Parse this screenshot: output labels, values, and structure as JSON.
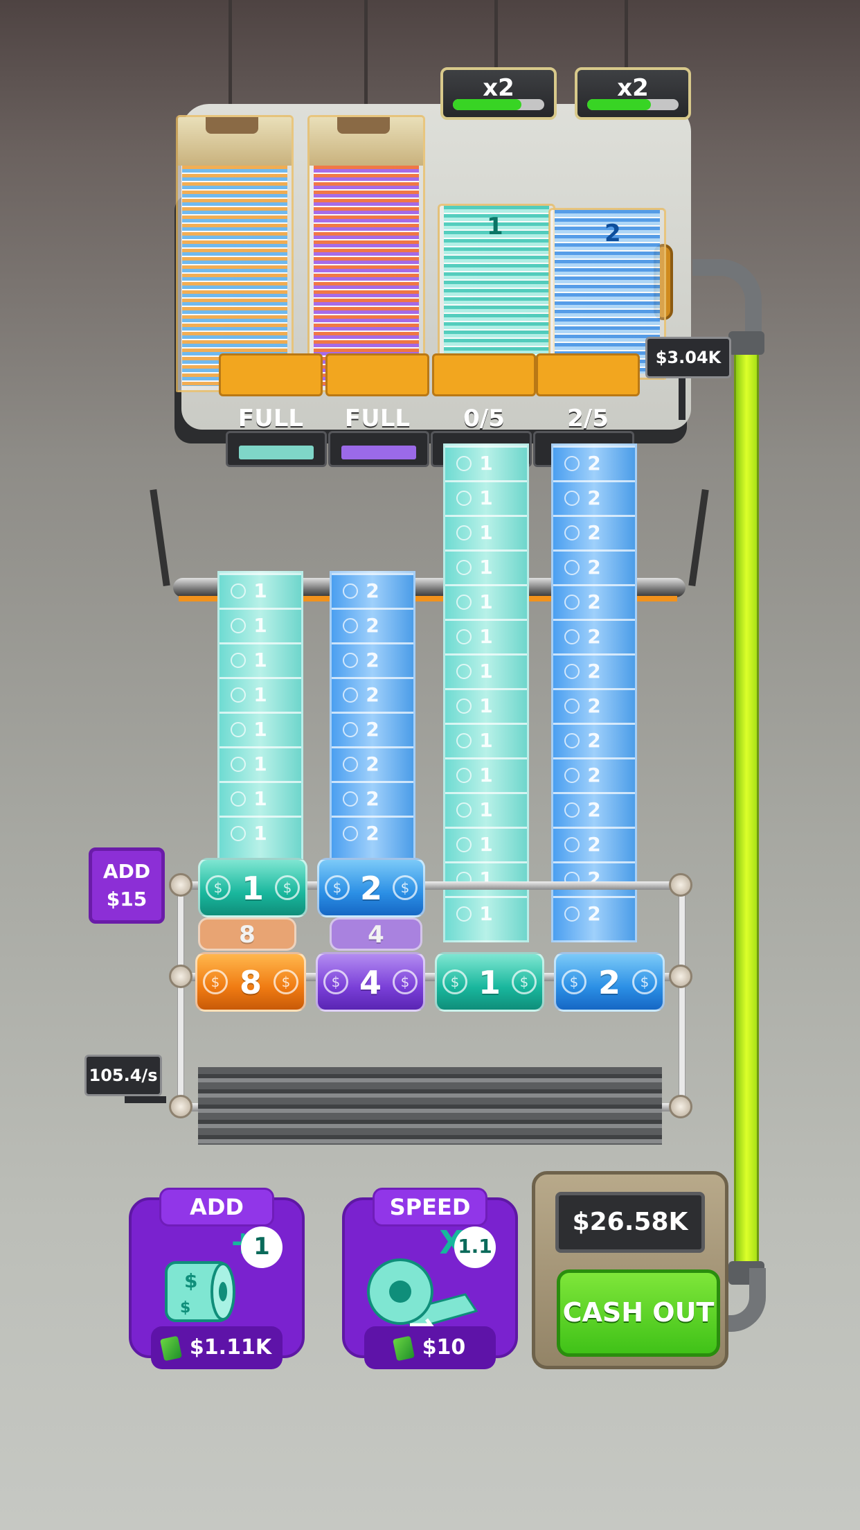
{
  "multipliers": [
    "x2",
    "x2"
  ],
  "multiplier_progress": [
    0.75,
    0.7
  ],
  "hoppers": [
    {
      "status": "FULL"
    },
    {
      "status": "FULL"
    },
    {
      "status": "0/5",
      "bill_value": "1"
    },
    {
      "status": "2/5",
      "bill_value": "2"
    }
  ],
  "pipe_money": "$3.04K",
  "strips": [
    {
      "value": "1"
    },
    {
      "value": "2"
    },
    {
      "value": "1"
    },
    {
      "value": "2"
    }
  ],
  "rolls_top": [
    "1",
    "2"
  ],
  "rolls_bottom": [
    "8",
    "4",
    "1",
    "2"
  ],
  "add_roll": {
    "label": "ADD",
    "price": "$15"
  },
  "rate": "105.4/s",
  "upgrades": [
    {
      "title": "ADD",
      "bonus": "+1",
      "price": "$1.11K",
      "icon": "money-roll-icon"
    },
    {
      "title": "SPEED",
      "bonus": "X1.1",
      "price": "$10",
      "icon": "speed-roll-icon"
    }
  ],
  "cash": {
    "balance": "$26.58K",
    "button": "CASH OUT"
  },
  "colors": {
    "purple": "#7a22cf",
    "green": "#40c218",
    "teal": "#6fdbd2",
    "blue": "#4b9ff0",
    "orange": "#f2921c"
  }
}
